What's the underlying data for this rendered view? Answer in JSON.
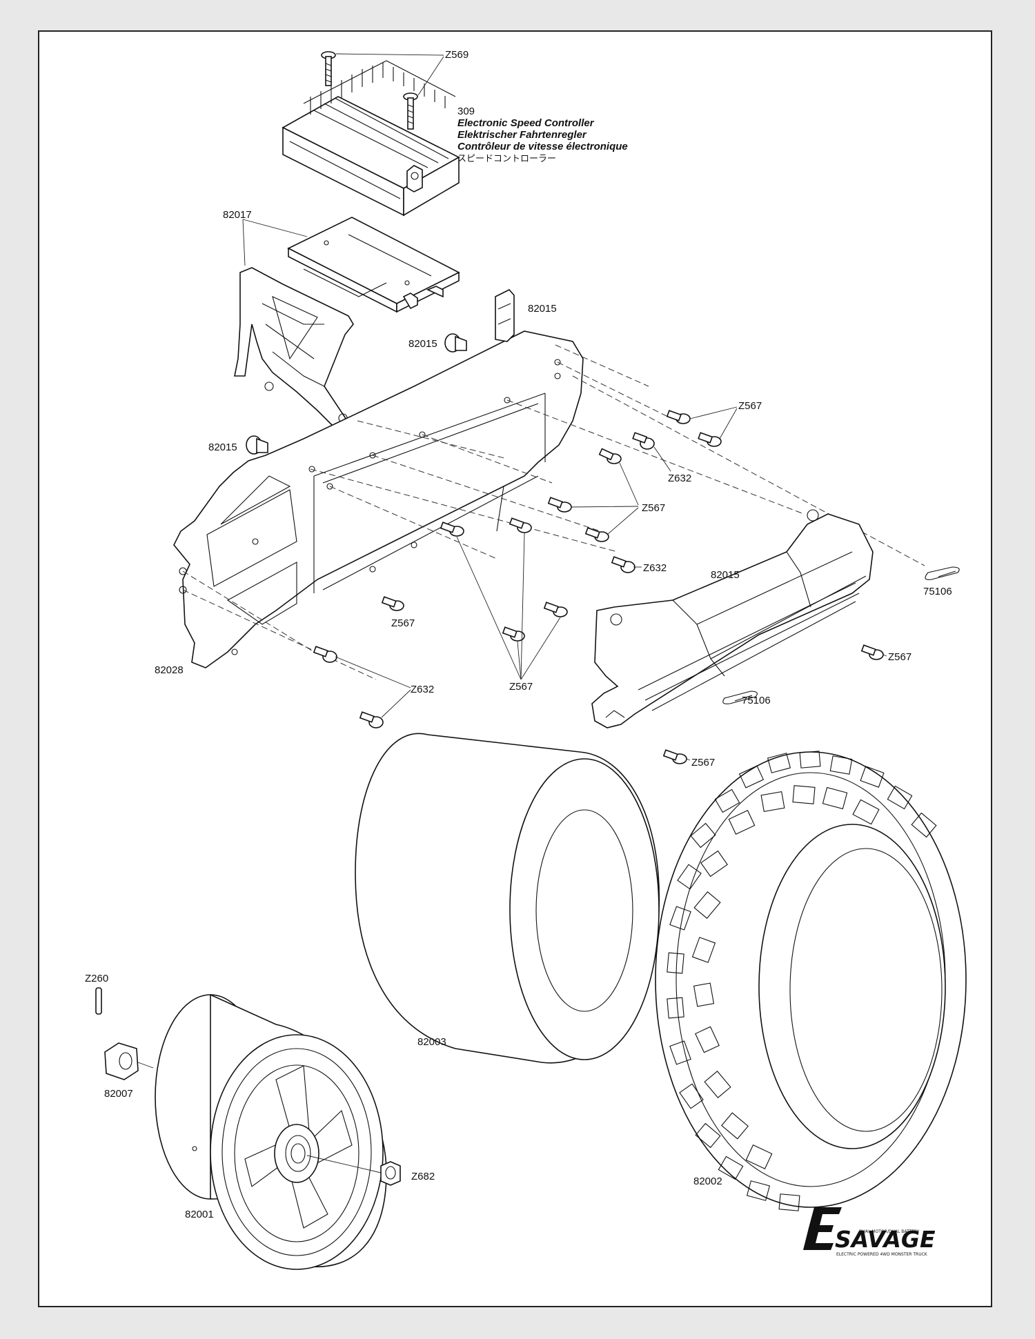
{
  "labels": {
    "z569": "Z569",
    "p309": "309",
    "esc_en": "Electronic Speed Controller",
    "esc_de": "Elektrischer Fahrtenregler",
    "esc_fr": "Contrôleur de vitesse électronique",
    "esc_jp": "スピードコントローラー",
    "p82017": "82017",
    "p82015_a": "82015",
    "p82015_b": "82015",
    "p82015_c": "82015",
    "p82015_d": "82015",
    "z567_a": "Z567",
    "z632_a": "Z632",
    "z567_b": "Z567",
    "z632_b": "Z632",
    "z567_c": "Z567",
    "p75106_a": "75106",
    "p75106_b": "75106",
    "z567_d": "Z567",
    "z567_e": "Z567",
    "p82028": "82028",
    "z632_c": "Z632",
    "z567_f": "Z567",
    "p82003": "82003",
    "p82002": "82002",
    "z260": "Z260",
    "p82007": "82007",
    "z682": "Z682",
    "p82001": "82001"
  },
  "logo": {
    "letter": "E",
    "name": "SAVAGE",
    "top_line": "DUAL MOTOR/DUAL BATTERY",
    "bottom_line": "ELECTRIC POWERED 4WD MONSTER TRUCK"
  },
  "colors": {
    "ink": "#111111",
    "background": "#e8e8e8",
    "sheet": "#ffffff"
  }
}
